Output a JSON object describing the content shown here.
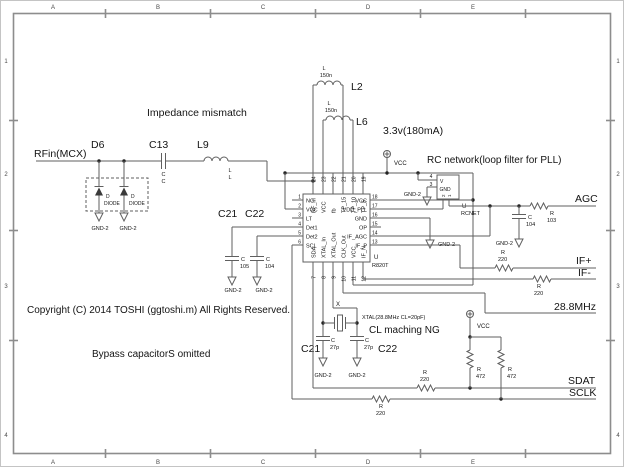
{
  "sheet": {
    "cols": [
      "A",
      "B",
      "C",
      "D",
      "E"
    ],
    "rows": [
      "1",
      "2",
      "3",
      "4"
    ]
  },
  "colors": {
    "wire": "#5f5f5f",
    "text": "#141414",
    "frame": "#8d8d8d",
    "bg": "#ffffff"
  },
  "t": {
    "rfin": "RFin(MCX)",
    "impedance": "Impedance mismatch",
    "d6": "D6",
    "c13": "C13",
    "l9": "L9",
    "d": "D",
    "diode": "DIODE",
    "gnd2": "GND-2",
    "c": "C",
    "l": "L",
    "n150": "150n",
    "l2": "L2",
    "l6": "L6",
    "v33": "3.3v(180mA)",
    "vcc": "VCC",
    "rc_title": "RC network(loop filter for PLL)",
    "v": "V",
    "gnd": "GND",
    "u": "U",
    "rcnet": "RCNET",
    "agc": "AGC",
    "r": "R",
    "n103": "103",
    "n104": "104",
    "n105": "105",
    "n27p": "27p",
    "n220": "220",
    "n472": "472",
    "ifp": "IF+",
    "ifm": "IF-",
    "mhz": "28.8MHz",
    "x": "X",
    "xtal": "XTAL(28.8MHz CL=20pF)",
    "cl_ng": "CL maching NG",
    "c21": "C21",
    "c22": "C22",
    "sdat": "SDAT",
    "sclk": "SCLK",
    "copyright": "Copyright (C) 2014 TOSHI (ggtoshi.m) All Rights Reserved.",
    "bypass": "Bypass capacitorS omitted"
  },
  "rcnet_pins": {
    "p1": "1",
    "p2": "2",
    "p3": "3",
    "p4": "4"
  },
  "ic": {
    "refdes": "U",
    "part": "R820T",
    "left": [
      {
        "num": "1",
        "name": "NC"
      },
      {
        "num": "2",
        "name": "VCC"
      },
      {
        "num": "3",
        "name": "LT"
      },
      {
        "num": "4",
        "name": "Det1"
      },
      {
        "num": "5",
        "name": "Det2"
      },
      {
        "num": "6",
        "name": "SCL"
      }
    ],
    "right": [
      {
        "num": "18",
        "name": "VCC"
      },
      {
        "num": "17",
        "name": "VDD_PLL"
      },
      {
        "num": "16",
        "name": "GND"
      },
      {
        "num": "15",
        "name": "OP"
      },
      {
        "num": "14",
        "name": "IF_AGC"
      },
      {
        "num": "13",
        "name": "IF_P"
      }
    ],
    "top": [
      {
        "num": "24",
        "name": "RF_in"
      },
      {
        "num": "23",
        "name": "VCC"
      },
      {
        "num": "22",
        "name": "fb"
      },
      {
        "num": "21",
        "name": "TP_15"
      },
      {
        "num": "20",
        "name": "TP_10"
      },
      {
        "num": "19",
        "name": "TP_5"
      }
    ],
    "bottom": [
      {
        "num": "7",
        "name": "SDA"
      },
      {
        "num": "8",
        "name": "XTAL_In"
      },
      {
        "num": "9",
        "name": "XTAL_Out"
      },
      {
        "num": "10",
        "name": "CLK_Out"
      },
      {
        "num": "11",
        "name": "VCC"
      },
      {
        "num": "12",
        "name": "IF_N"
      }
    ]
  }
}
